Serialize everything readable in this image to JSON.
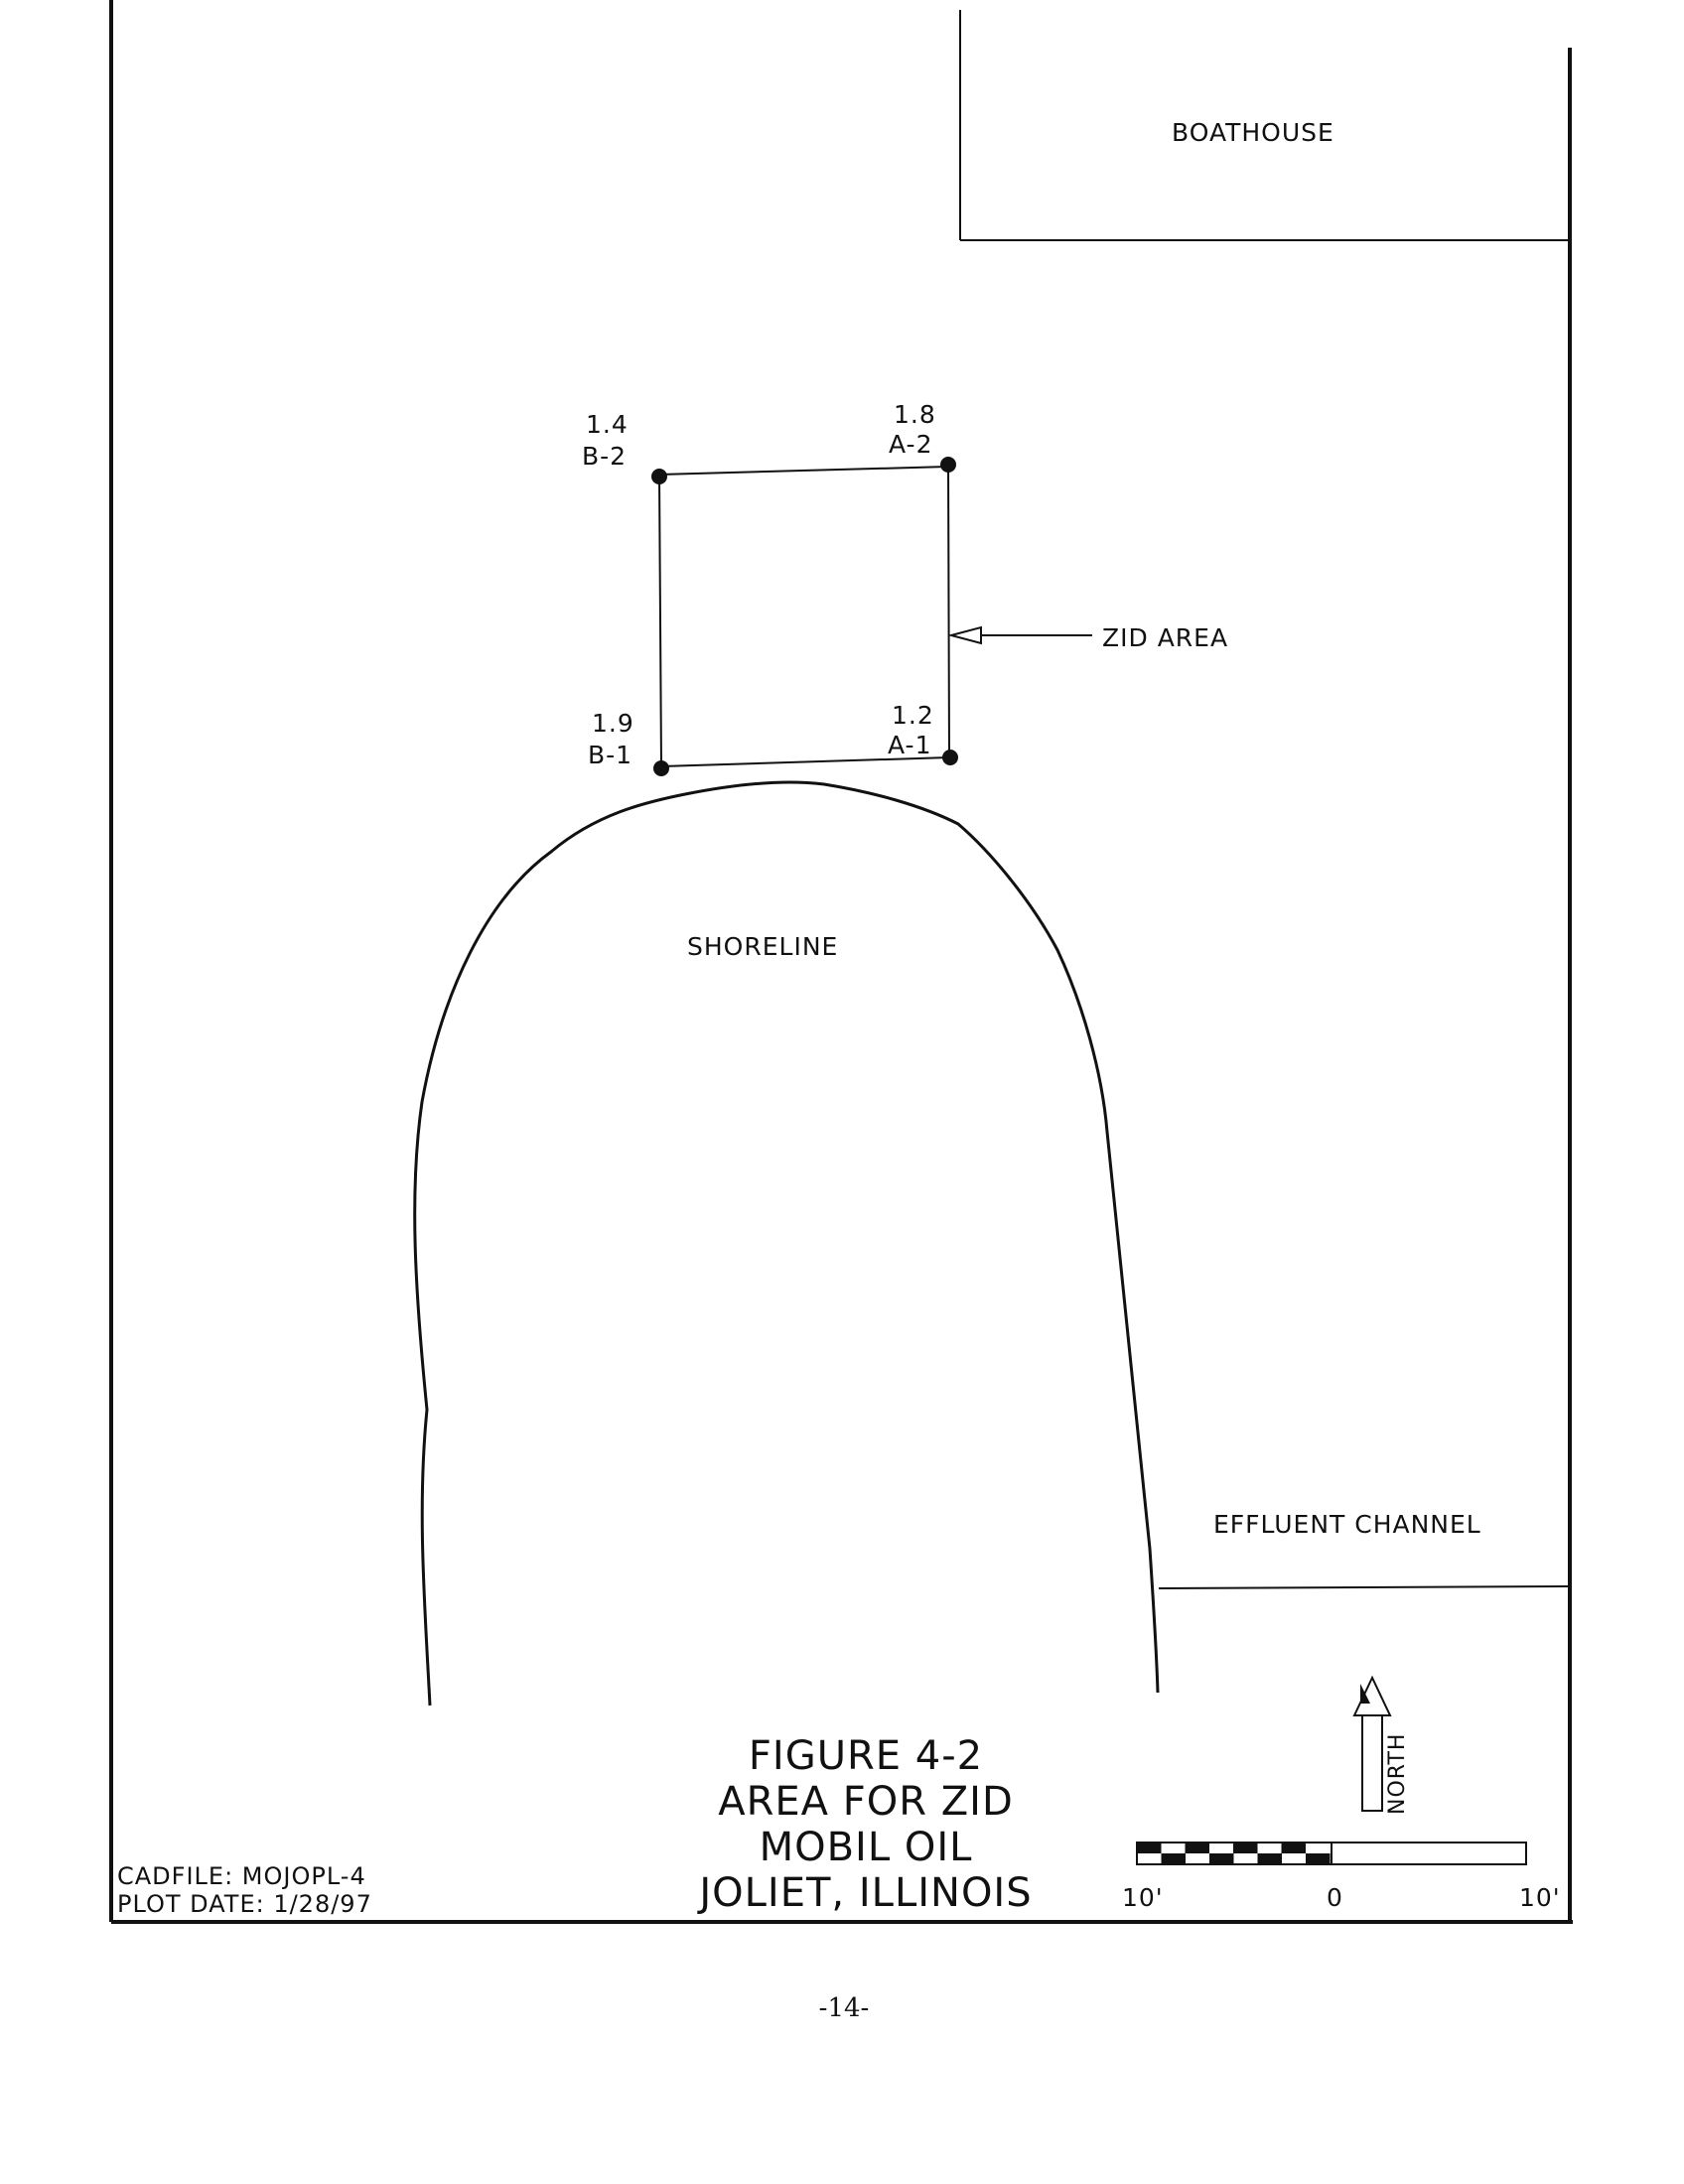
{
  "areas": {
    "boathouse": "BOATHOUSE",
    "shoreline": "SHORELINE",
    "effluent_channel": "EFFLUENT CHANNEL"
  },
  "zid_label": "ZID AREA",
  "sample_points": [
    {
      "id": "B-2",
      "value": "1.4"
    },
    {
      "id": "A-2",
      "value": "1.8"
    },
    {
      "id": "B-1",
      "value": "1.9"
    },
    {
      "id": "A-1",
      "value": "1.2"
    }
  ],
  "north_label": "NORTH",
  "north_icon": "north-arrow-icon",
  "scale_bar": {
    "left": "10'",
    "center": "0",
    "right": "10'"
  },
  "figure_title": [
    "FIGURE 4-2",
    "AREA FOR ZID",
    "MOBIL OIL",
    "JOLIET, ILLINOIS"
  ],
  "cad": {
    "cadfile": "CADFILE: MOJOPL-4",
    "plot_date": "PLOT DATE: 1/28/97"
  },
  "page_number": "-14-"
}
